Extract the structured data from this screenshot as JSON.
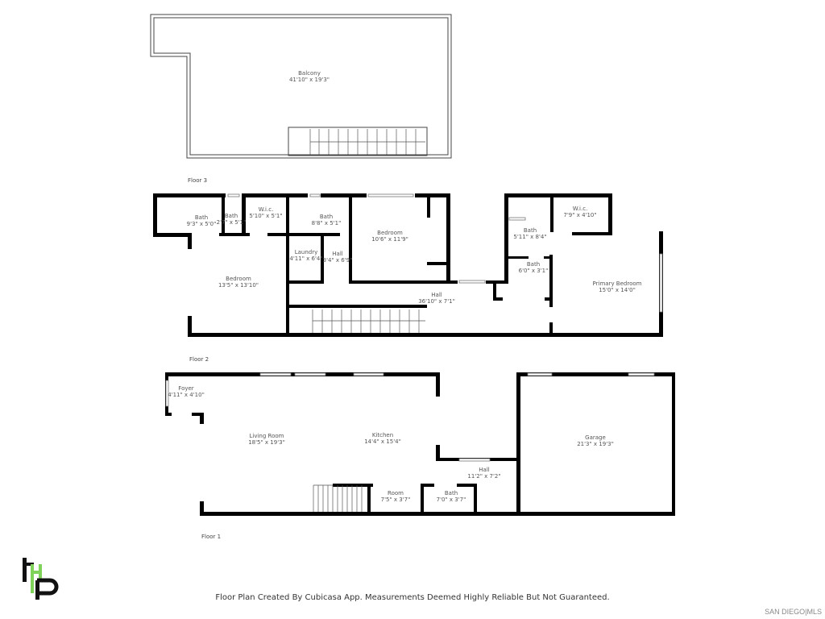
{
  "floors": [
    {
      "label": "",
      "rooms": [
        {
          "name": "Balcony",
          "dims": "41'10\" x 19'3\""
        }
      ]
    },
    {
      "label": "Floor 3",
      "rooms": [
        {
          "name": "Bath",
          "dims": "9'3\" x 5'0\""
        },
        {
          "name": "Bath",
          "dims": "2'7\" x 5'1\""
        },
        {
          "name": "W.i.c.",
          "dims": "5'10\" x 5'1\""
        },
        {
          "name": "Bath",
          "dims": "8'8\" x 5'1\""
        },
        {
          "name": "Bedroom",
          "dims": "10'6\" x 11'9\""
        },
        {
          "name": "Laundry",
          "dims": "4'11\" x 6'4\""
        },
        {
          "name": "Hall",
          "dims": "3'4\" x 6'9\""
        },
        {
          "name": "Bedroom",
          "dims": "13'5\" x 13'10\""
        },
        {
          "name": "Hall",
          "dims": "36'10\" x 7'1\""
        },
        {
          "name": "Bath",
          "dims": "5'11\" x 8'4\""
        },
        {
          "name": "W.i.c.",
          "dims": "7'9\" x 4'10\""
        },
        {
          "name": "Bath",
          "dims": "6'0\" x 3'1\""
        },
        {
          "name": "Primary Bedroom",
          "dims": "15'0\" x 14'0\""
        }
      ]
    },
    {
      "label": "Floor 2",
      "rooms": [
        {
          "name": "Foyer",
          "dims": "4'11\" x 4'10\""
        },
        {
          "name": "Living Room",
          "dims": "18'5\" x 19'3\""
        },
        {
          "name": "Kitchen",
          "dims": "14'4\" x 15'4\""
        },
        {
          "name": "Hall",
          "dims": "11'2\" x 7'2\""
        },
        {
          "name": "Room",
          "dims": "7'5\" x 3'7\""
        },
        {
          "name": "Bath",
          "dims": "7'0\" x 3'7\""
        },
        {
          "name": "Garage",
          "dims": "21'3\" x 19'3\""
        }
      ]
    },
    {
      "label": "Floor 1",
      "rooms": []
    }
  ],
  "footer": {
    "disclaimer": "Floor Plan Created By Cubicasa App. Measurements Deemed Highly Reliable But Not Guaranteed.",
    "mls_logo": "SAN DIEGO|MLS",
    "brand_logo": "fhp"
  },
  "colors": {
    "walls": "#000000",
    "logo_green": "#7fd35a"
  }
}
